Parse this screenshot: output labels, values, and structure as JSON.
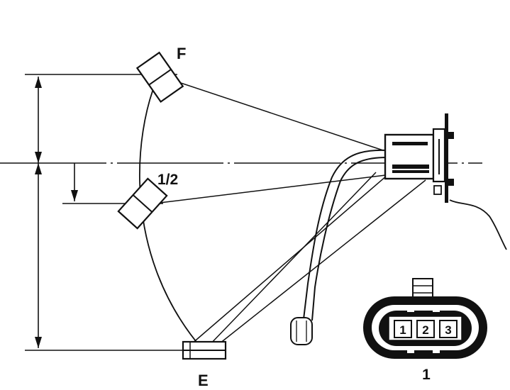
{
  "labels": {
    "full": "F",
    "empty": "E",
    "half": "1/2",
    "connector_ref": "1"
  },
  "connector": {
    "pins": [
      "1",
      "2",
      "3"
    ]
  },
  "colors": {
    "ink": "#111111",
    "paper": "#ffffff"
  }
}
